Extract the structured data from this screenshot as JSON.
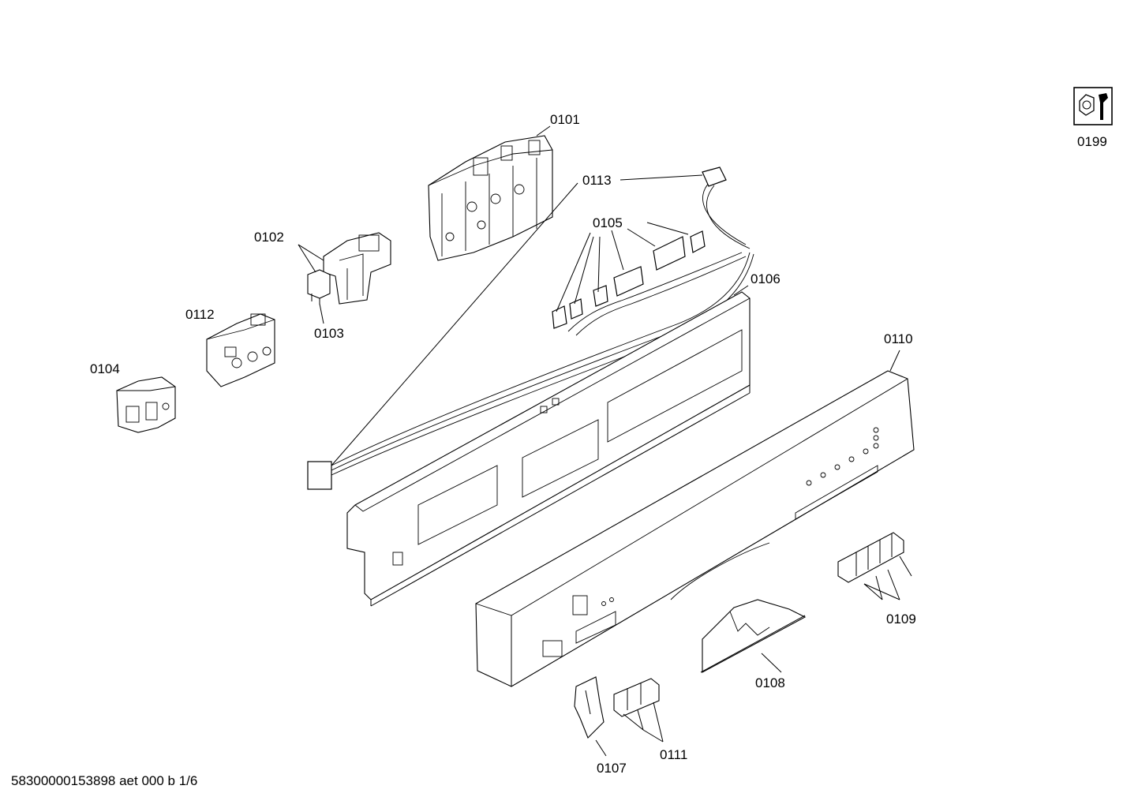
{
  "labels": {
    "p0101": "0101",
    "p0102": "0102",
    "p0103": "0103",
    "p0104": "0104",
    "p0105": "0105",
    "p0106": "0106",
    "p0107": "0107",
    "p0108": "0108",
    "p0109": "0109",
    "p0110": "0110",
    "p0111": "0111",
    "p0112": "0112",
    "p0113": "0113",
    "p0199": "0199"
  },
  "footer": "58300000153898 aet 000 b 1/6",
  "icons": {
    "tool": "nut-and-wrench-icon"
  }
}
